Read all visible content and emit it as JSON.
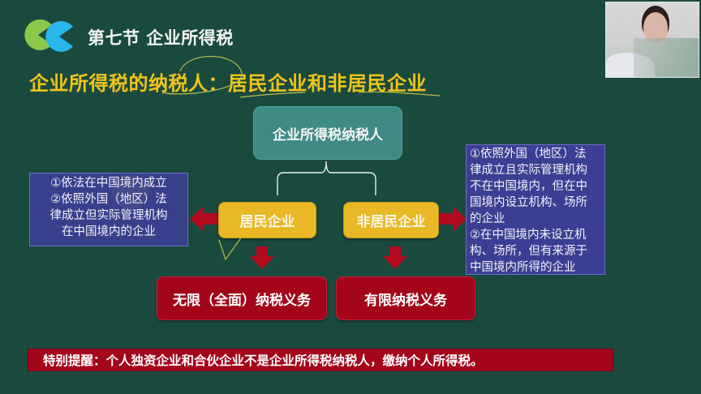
{
  "header": {
    "section_title": "第七节 企业所得税",
    "main_title": "企业所得税的纳税人：居民企业和非居民企业",
    "logo": "cc-logo-icon"
  },
  "diagram": {
    "root": "企业所得税纳税人",
    "resident": {
      "label": "居民企业",
      "definition_lines": [
        "①依法在中国境内成立",
        "②依照外国（地区）法",
        "律成立但实际管理机构",
        "在中国境内的企业"
      ],
      "obligation": "无限（全面）纳税义务"
    },
    "nonresident": {
      "label": "非居民企业",
      "definition_lines": [
        "①依照外国（地区）法",
        "律成立且实际管理机构",
        "不在中国境内，但在中",
        "国境内设立机构、场所",
        "的企业",
        "②在中国境内未设立机",
        "构、场所，但有来源于",
        "中国境内所得的企业"
      ],
      "obligation": "有限纳税义务"
    }
  },
  "reminder": "特别提醒：个人独资企业和合伙企业不是企业所得税纳税人，缴纳个人所得税。",
  "colors": {
    "background": "#1a4a3e",
    "title_yellow": "#f0c419",
    "root_teal": "#3e8a86",
    "yellow_box": "#e8b826",
    "info_blue": "#3b3f93",
    "red": "#a3051a",
    "logo_green": "#8cc84b",
    "logo_blue": "#29b6e8"
  }
}
